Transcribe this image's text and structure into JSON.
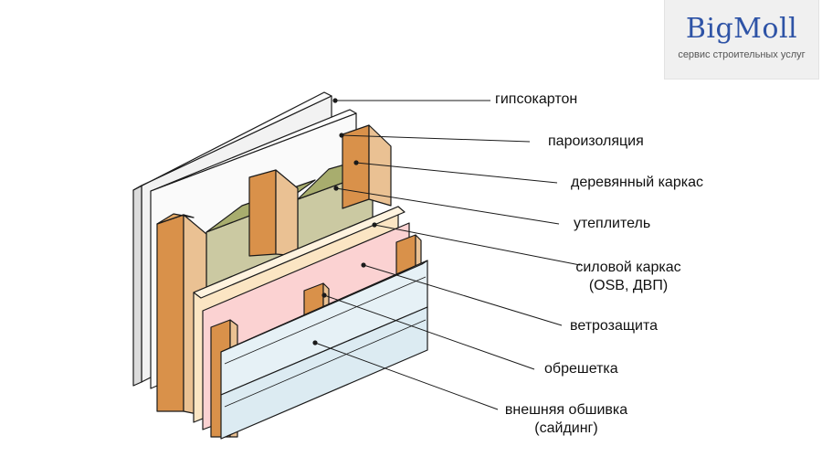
{
  "brand": {
    "name": "BigMoll",
    "tagline": "сервис строительных услуг"
  },
  "layers": [
    {
      "id": "drywall",
      "label": "гипсокартон"
    },
    {
      "id": "vapor",
      "label": "пароизоляция"
    },
    {
      "id": "frame",
      "label": "деревянный каркас"
    },
    {
      "id": "insulation",
      "label": "утеплитель"
    },
    {
      "id": "sheathing",
      "label": "силовой каркас",
      "label2": "(OSB, ДВП)"
    },
    {
      "id": "windbarrier",
      "label": "ветрозащита"
    },
    {
      "id": "battens",
      "label": "обрешетка"
    },
    {
      "id": "siding",
      "label": "внешняя обшивка",
      "label2": "(сайдинг)"
    }
  ],
  "colors": {
    "wood_front": "#d9914a",
    "wood_side": "#eac193",
    "insulation_front": "#c9c7a0",
    "insulation_top": "#a8ad6e",
    "osb": "#fbe5c3",
    "wind": "#fbd2d2",
    "siding": "#e6f1f6",
    "drywall": "#f2f2f2",
    "logo": "#2e53a6"
  }
}
